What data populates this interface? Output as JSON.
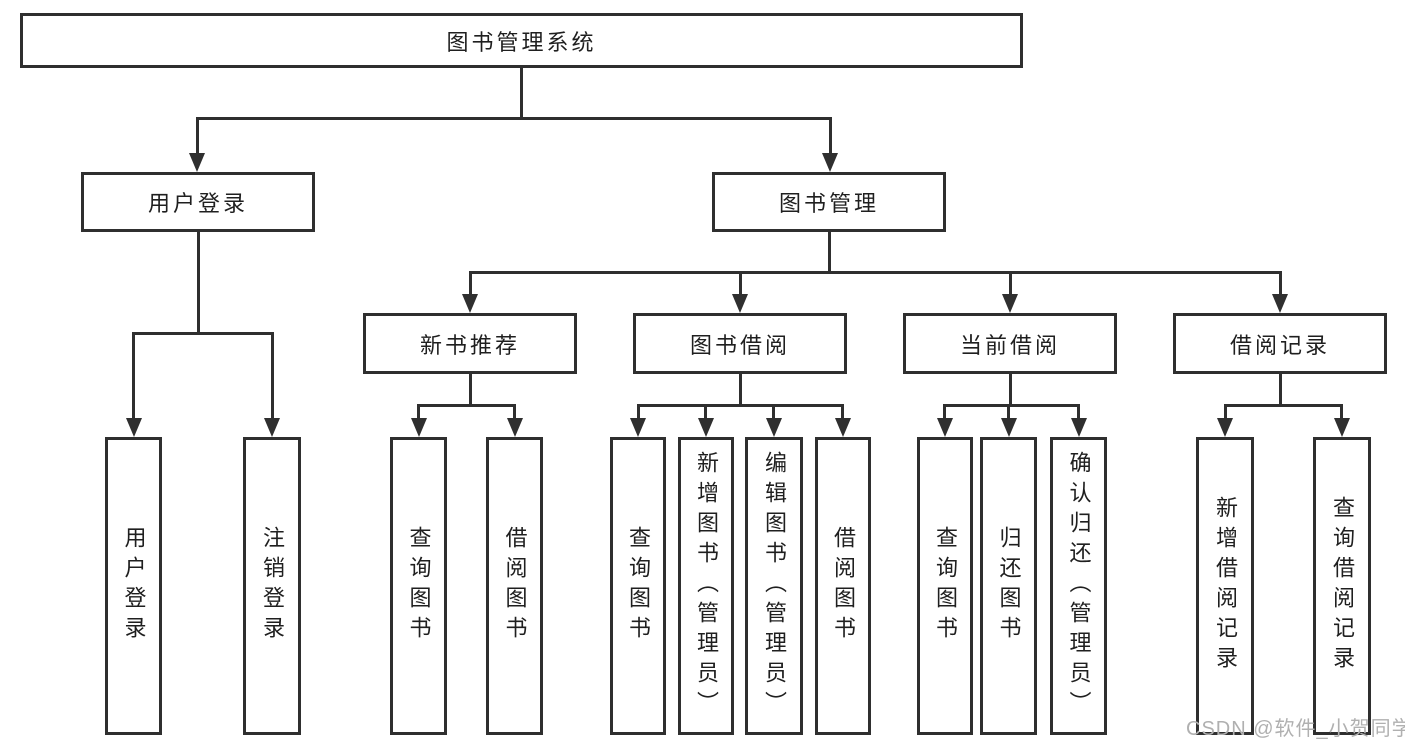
{
  "colors": {
    "line": "#2f2f2f",
    "text": "#1f1f1f",
    "background": "#ffffff",
    "watermark": "#b0b0b0"
  },
  "watermark": {
    "text": "CSDN @软件_小贺同学"
  },
  "tree": {
    "root": {
      "label": "图书管理系统"
    },
    "branches": [
      {
        "label": "用户登录",
        "children": [
          {
            "label": "用户登录"
          },
          {
            "label": "注销登录"
          }
        ]
      },
      {
        "label": "图书管理",
        "children": [
          {
            "label": "新书推荐",
            "children": [
              {
                "label": "查询图书"
              },
              {
                "label": "借阅图书"
              }
            ]
          },
          {
            "label": "图书借阅",
            "children": [
              {
                "label": "查询图书"
              },
              {
                "label": "新增图书（管理员）"
              },
              {
                "label": "编辑图书（管理员）"
              },
              {
                "label": "借阅图书"
              }
            ]
          },
          {
            "label": "当前借阅",
            "children": [
              {
                "label": "查询图书"
              },
              {
                "label": "归还图书"
              },
              {
                "label": "确认归还（管理员）"
              }
            ]
          },
          {
            "label": "借阅记录",
            "children": [
              {
                "label": "新增借阅记录"
              },
              {
                "label": "查询借阅记录"
              }
            ]
          }
        ]
      }
    ]
  }
}
